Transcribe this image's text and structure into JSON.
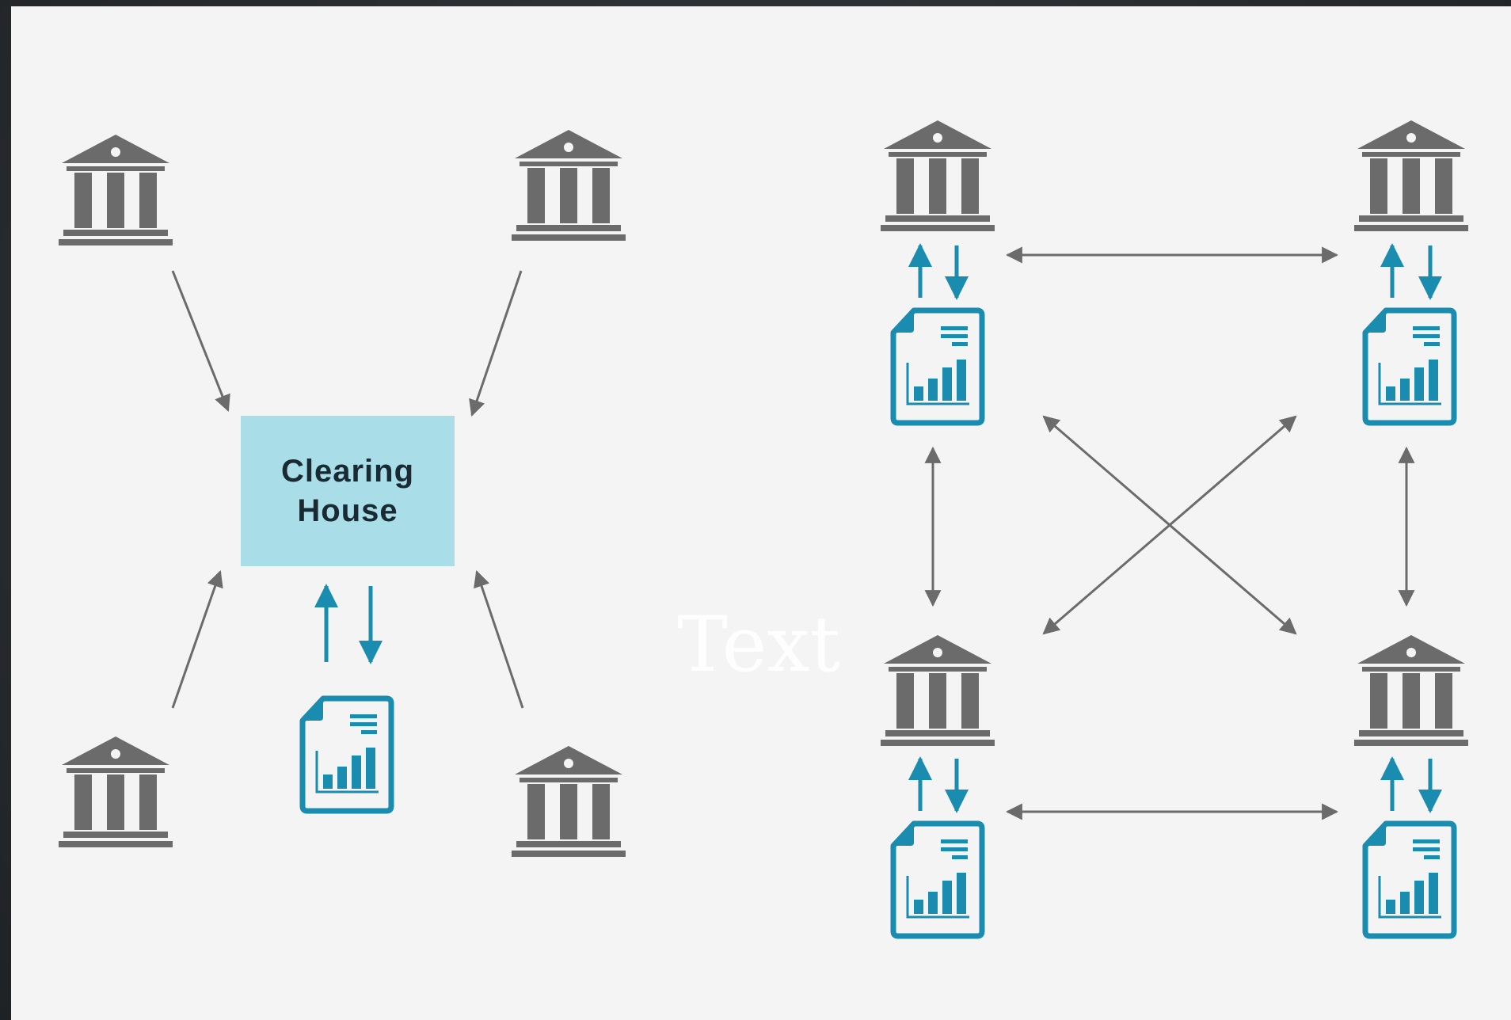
{
  "clearing_house": {
    "line1": "Clearing",
    "line2": "House"
  },
  "overlay": {
    "text": "Text"
  },
  "colors": {
    "bank": "#6b6b6b",
    "arrow": "#6b6b6b",
    "ledger": "#1a8cb0",
    "box": "#a9dde8",
    "background": "#f4f4f4"
  },
  "icons": {
    "bank": "bank-icon",
    "ledger": "ledger-document-icon"
  }
}
